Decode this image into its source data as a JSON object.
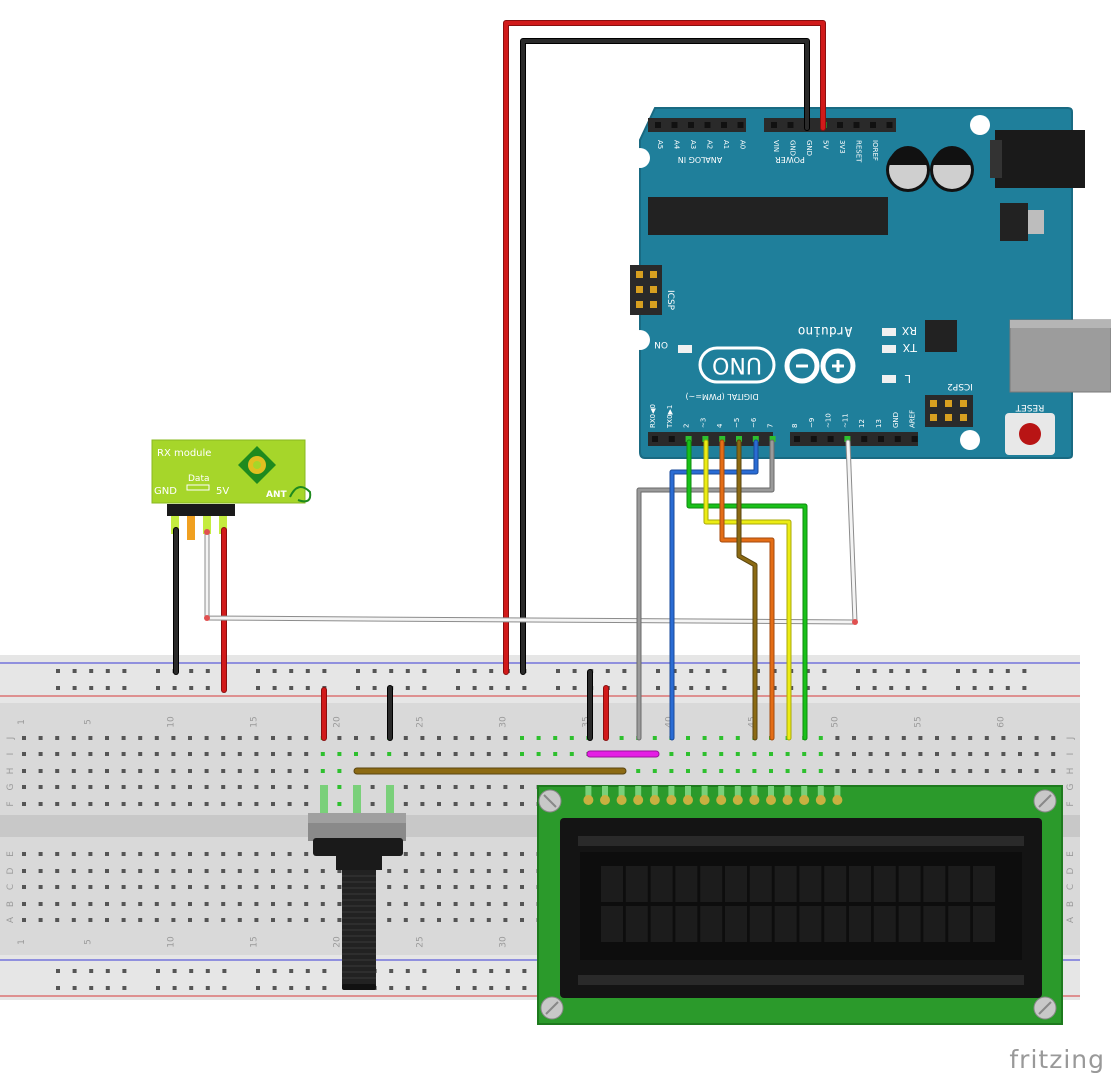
{
  "watermark": "fritzing",
  "rx_module": {
    "title": "RX module",
    "gnd": "GND",
    "data": "Data",
    "v5": "5V",
    "ant": "ANT"
  },
  "arduino": {
    "brand": "Arduino",
    "model": "UNO",
    "on": "ON",
    "rx": "RX",
    "tx": "TX",
    "l": "L",
    "icsp": "ICSP",
    "icsp2": "ICSP2",
    "reset": "RESET",
    "analog_in": "ANALOG IN",
    "power": "POWER",
    "digital": "DIGITAL (PWM=~)",
    "analog_pins": [
      "A5",
      "A4",
      "A3",
      "A2",
      "A1",
      "A0"
    ],
    "power_pins": [
      "VIN",
      "GND",
      "GND",
      "5V",
      "3V3",
      "RESET",
      "IOREF"
    ],
    "digital_pins": [
      "RX0◀0",
      "TX0▶1",
      "2",
      "~3",
      "4",
      "~5",
      "~6",
      "7",
      "8",
      "~9",
      "~10",
      "~11",
      "12",
      "13",
      "GND",
      "AREF"
    ]
  },
  "breadboard": {
    "col_numbers": [
      "1",
      "5",
      "10",
      "15",
      "20",
      "25",
      "30",
      "35",
      "40",
      "45",
      "50",
      "55",
      "60"
    ],
    "top_rows": [
      "J",
      "I",
      "H",
      "G",
      "F"
    ],
    "bottom_rows": [
      "E",
      "D",
      "C",
      "B",
      "A"
    ]
  },
  "colors": {
    "board": "#1f7f9b",
    "wire_red": "#d11a1a",
    "wire_black": "#222222",
    "wire_green": "#19c119",
    "wire_yellow": "#ecec14",
    "wire_orange": "#e46d16",
    "wire_brown": "#8c6a13",
    "wire_blue": "#2a6cd4",
    "wire_gray": "#9a9a9a",
    "wire_magenta": "#e51ee5",
    "lcd_pcb": "#2b9a2b"
  }
}
